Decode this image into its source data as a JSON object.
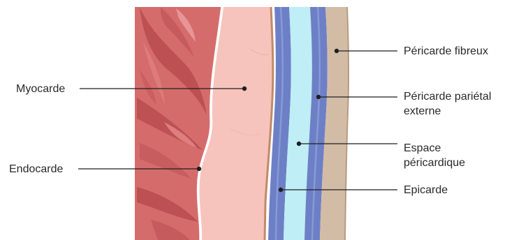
{
  "labels": {
    "myocarde": "Myocarde",
    "endocarde": "Endocarde",
    "pericarde_fibreux": "Péricarde fibreux",
    "pericarde_parietal_line1": "Péricarde pariétal",
    "pericarde_parietal_line2": "externe",
    "espace_line1": "Espace",
    "espace_line2": "péricardique",
    "epicarde": "Epicarde"
  },
  "colors": {
    "endocardium_tissue": "#d56c6c",
    "endocardium_fold": "#b84b4e",
    "myocardium": "#f6c4bc",
    "epicardium": "#6d80c6",
    "pericardial_space": "#bfeef6",
    "fibrous_pericardium": "#d3bca6",
    "label_text": "#2a2a2a",
    "leader_line": "#1f1f1f"
  }
}
